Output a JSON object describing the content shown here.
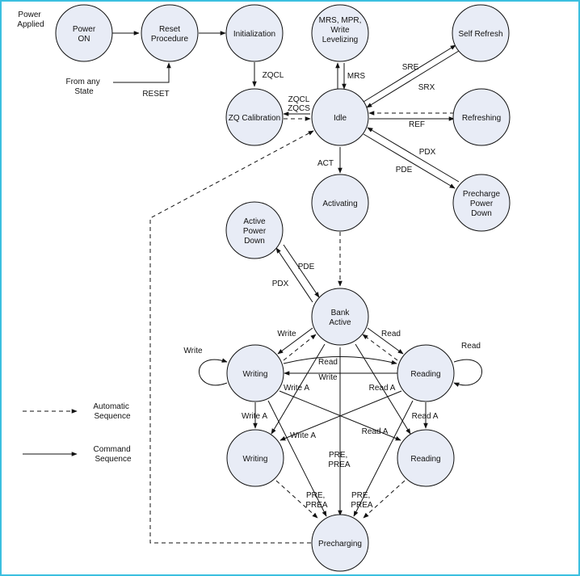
{
  "colors": {
    "node_fill": "#e8ecf6",
    "border": "#3bbfe0",
    "ink": "#111111"
  },
  "diagram": {
    "nodes": {
      "power_on": [
        "Power",
        "ON"
      ],
      "reset": [
        "Reset",
        "Procedure"
      ],
      "init": [
        "Initialization"
      ],
      "mrs": [
        "MRS, MPR,",
        "Write",
        "Levelizing"
      ],
      "selfref": [
        "Self Refresh"
      ],
      "zqcal": [
        "ZQ Calibration"
      ],
      "idle": [
        "Idle"
      ],
      "refreshing": [
        "Refreshing"
      ],
      "activating": [
        "Activating"
      ],
      "prepd": [
        "Precharge",
        "Power",
        "Down"
      ],
      "actpd": [
        "Active",
        "Power",
        "Down"
      ],
      "bank": [
        "Bank",
        "Active"
      ],
      "writing1": [
        "Writing"
      ],
      "reading1": [
        "Reading"
      ],
      "writing2": [
        "Writing"
      ],
      "reading2": [
        "Reading"
      ],
      "precharging": [
        "Precharging"
      ]
    },
    "free_text": {
      "power_applied": [
        "Power",
        "Applied"
      ],
      "from_any": [
        "From any",
        "State"
      ],
      "reset_label": "RESET"
    },
    "edge_labels": {
      "zqcl1": "ZQCL",
      "zqcl2": "ZQCL",
      "zqcs": "ZQCS",
      "mrs": "MRS",
      "sre": "SRE",
      "srx": "SRX",
      "ref": "REF",
      "pdx1": "PDX",
      "pde1": "PDE",
      "act": "ACT",
      "pde2": "PDE",
      "pdx2": "PDX",
      "write_ba": "Write",
      "read_ba": "Read",
      "write_loop": "Write",
      "read_loop": "Read",
      "read_wr": "Read",
      "write_rw": "Write",
      "writeA_1": "Write A",
      "readA_1": "Read A",
      "writeA_2": "Write A",
      "writeA_3": "Write A",
      "readA_2": "Read A",
      "readA_3": "Read A",
      "pre_mid": [
        "PRE,",
        "PREA"
      ],
      "pre_left": [
        "PRE,",
        "PREA"
      ],
      "pre_right": [
        "PRE,",
        "PREA"
      ]
    },
    "legend": {
      "automatic": [
        "Automatic",
        "Sequence"
      ],
      "command": [
        "Command",
        "Sequence"
      ]
    }
  }
}
